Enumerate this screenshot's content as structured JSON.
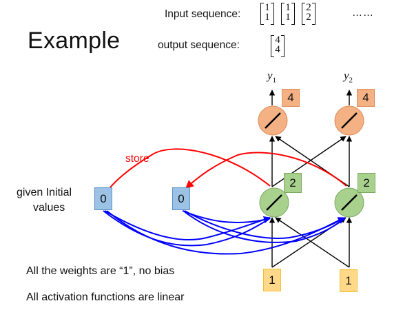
{
  "title": "Example",
  "input_sequence": {
    "label": "Input sequence:",
    "vectors": [
      [
        "1",
        "1"
      ],
      [
        "1",
        "1"
      ],
      [
        "2",
        "2"
      ]
    ],
    "ellipsis": "……"
  },
  "output_sequence": {
    "label": "output sequence:",
    "vectors": [
      [
        "4",
        "4"
      ]
    ]
  },
  "diagram": {
    "store_label": "store",
    "initial_values_label_line1": "given Initial",
    "initial_values_label_line2": "values",
    "memory_cells": [
      {
        "value": "0"
      },
      {
        "value": "0"
      }
    ],
    "inputs": [
      {
        "value": "1"
      },
      {
        "value": "1"
      }
    ],
    "hidden_neurons": [
      {
        "value": "2",
        "activation": "linear"
      },
      {
        "value": "2",
        "activation": "linear"
      }
    ],
    "output_neurons": [
      {
        "value": "4",
        "activation": "linear",
        "label": "y",
        "subscript": "1"
      },
      {
        "value": "4",
        "activation": "linear",
        "label": "y",
        "subscript": "2"
      }
    ],
    "colors": {
      "store_arrow": "#ff0000",
      "memory_arrow": "#0000ff",
      "connection": "#000000",
      "hidden_fill": "#a9d18e",
      "output_fill": "#f4b183",
      "memory_fill": "#9cc3e6",
      "input_fill": "#ffd88a"
    }
  },
  "notes": {
    "weights": "All the weights are “1”, no bias",
    "activation": "All activation functions are linear"
  }
}
